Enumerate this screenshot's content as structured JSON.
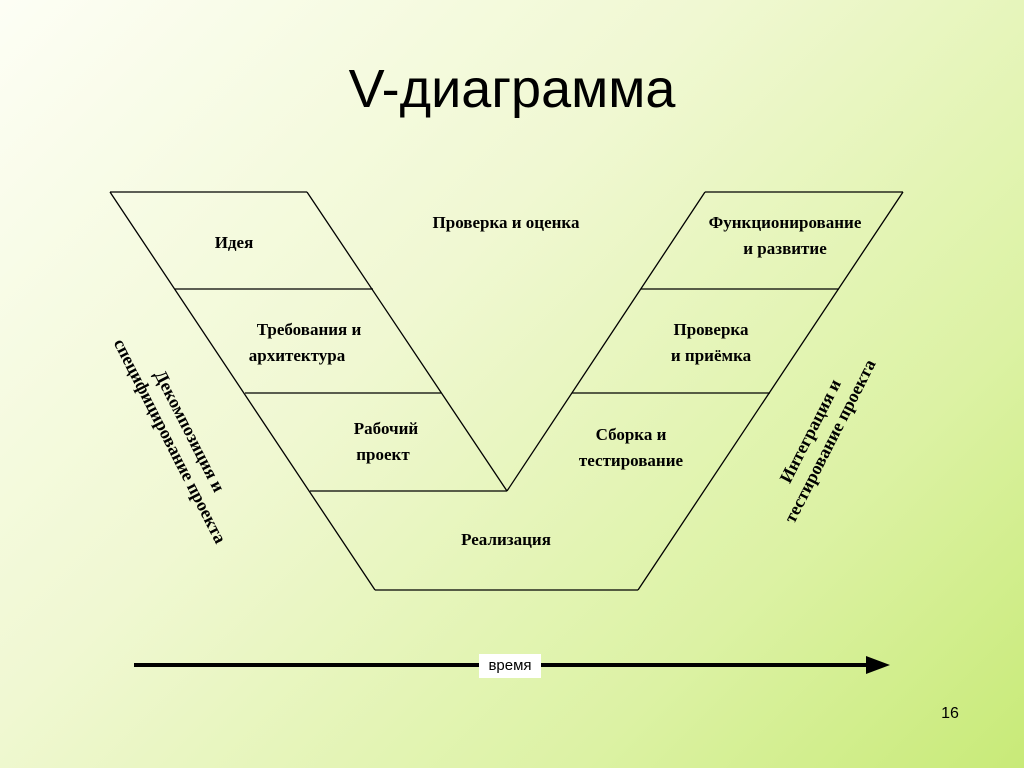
{
  "slide": {
    "title": "V-диаграмма",
    "page_number": "16"
  },
  "left_branch": {
    "stages": [
      {
        "line1": "Идея",
        "line2": ""
      },
      {
        "line1": "Требования и",
        "line2": "архитектура"
      },
      {
        "line1": "Рабочий",
        "line2": "проект"
      }
    ],
    "side_label": {
      "line1": "Декомпозиция и",
      "line2": "специфицирование проекта"
    }
  },
  "bottom": {
    "stage": "Реализация"
  },
  "right_branch": {
    "stages": [
      {
        "line1": "Функционирование",
        "line2": "и развитие"
      },
      {
        "line1": "Проверка",
        "line2": "и приёмка"
      },
      {
        "line1": "Сборка и",
        "line2": "тестирование"
      }
    ],
    "side_label": {
      "line1": "Интеграция и",
      "line2": "тестирование проекта"
    }
  },
  "center": {
    "label": "Проверка и оценка"
  },
  "timeline": {
    "label": "время"
  }
}
